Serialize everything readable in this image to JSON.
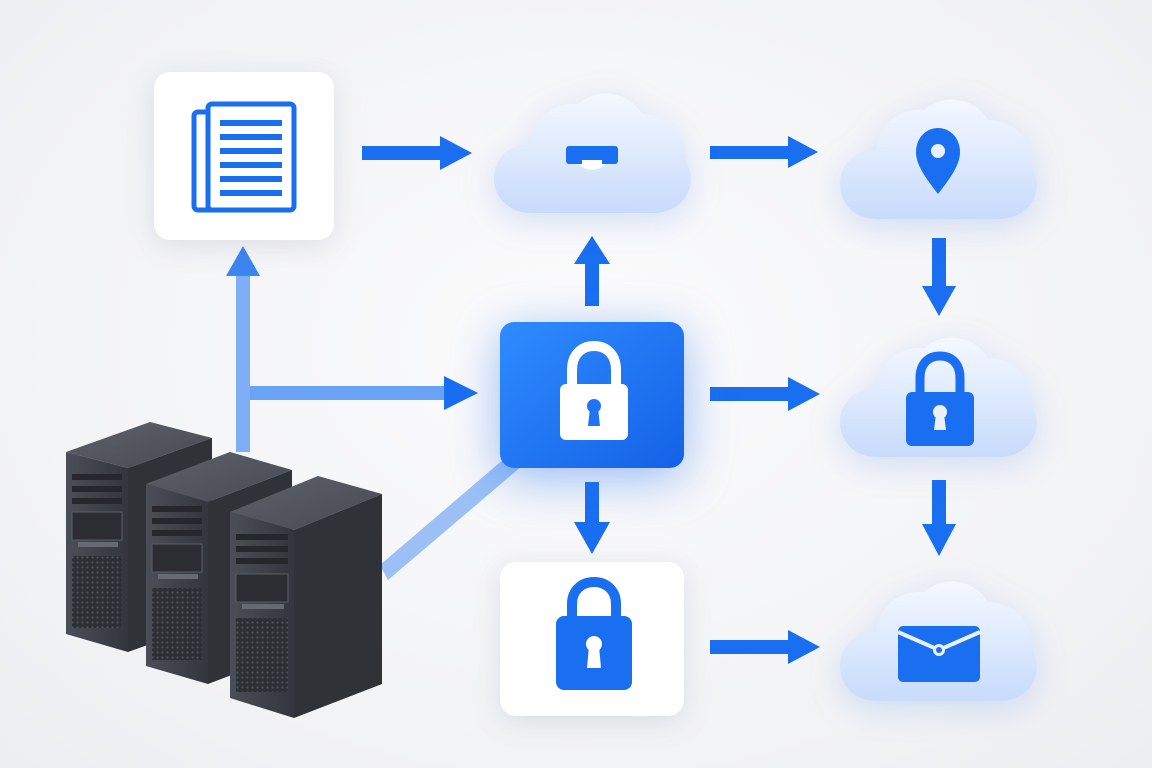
{
  "diagram": {
    "description_nodes": [
      {
        "id": "document",
        "icon": "document-icon"
      },
      {
        "id": "cloud-top-middle",
        "icon": "tray-icon"
      },
      {
        "id": "cloud-top-right",
        "icon": "location-pin-icon"
      },
      {
        "id": "encryption-hub",
        "icon": "padlock-icon"
      },
      {
        "id": "cloud-middle-right",
        "icon": "padlock-icon"
      },
      {
        "id": "lock-card",
        "icon": "padlock-icon"
      },
      {
        "id": "cloud-bottom-right",
        "icon": "briefcase-icon"
      },
      {
        "id": "servers",
        "icon": "server-rack-icon"
      }
    ],
    "colors": {
      "accent": "#1a6ef0",
      "hub": "#1e74f5",
      "cloud_light": "#eaf1fd",
      "cloud_mid": "#c9dcfb",
      "card": "#ffffff",
      "server": "#3a3d44",
      "connector": "#9cc0f6"
    }
  }
}
